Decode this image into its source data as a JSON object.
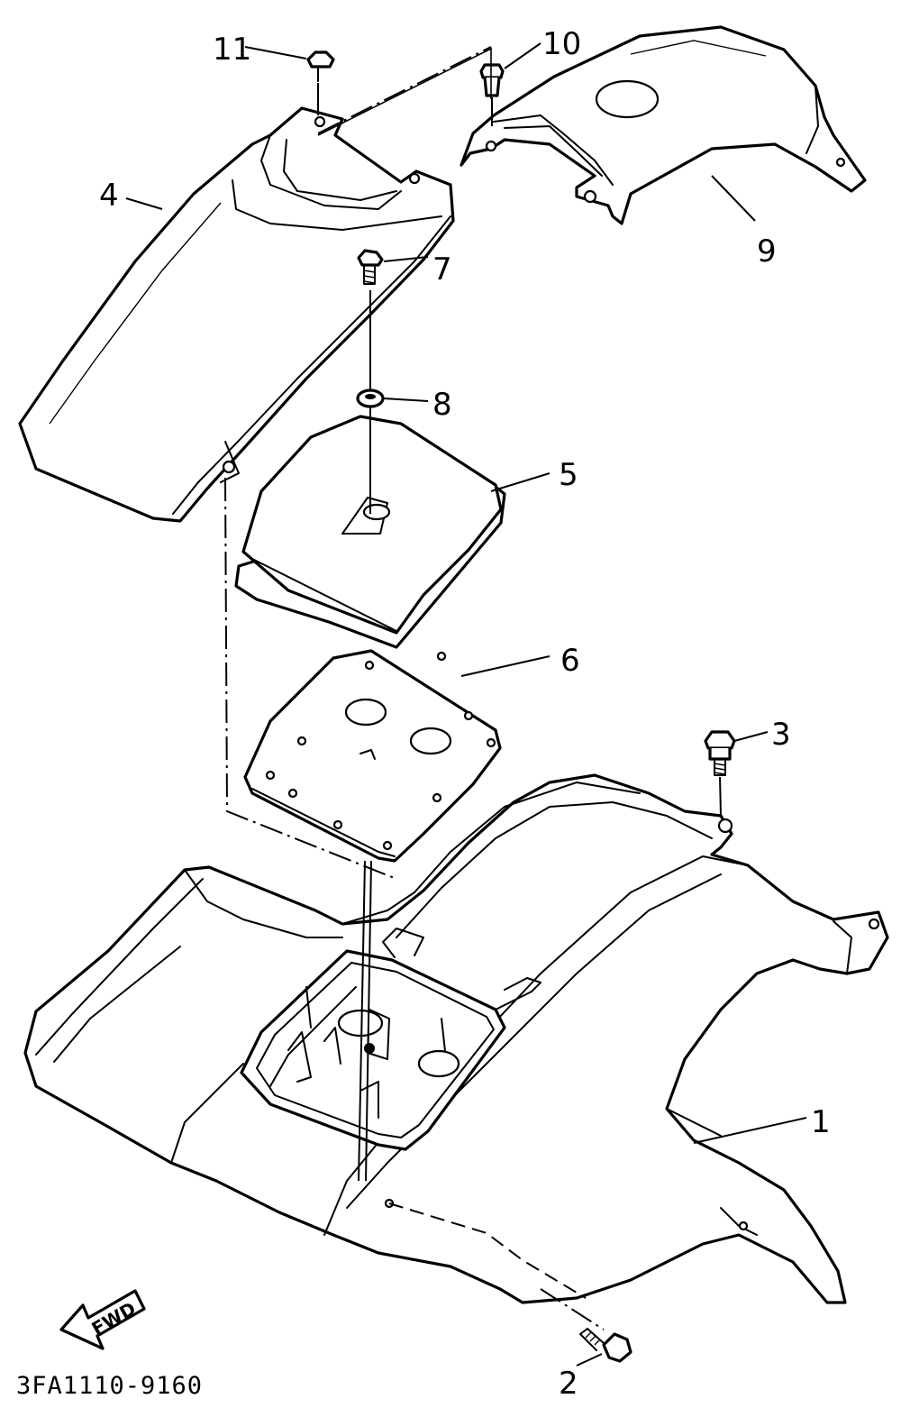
{
  "diagram": {
    "code": "3FA1110-9160",
    "direction_label": "FWD",
    "callouts": [
      {
        "id": "c11",
        "label": "11"
      },
      {
        "id": "c10",
        "label": "10"
      },
      {
        "id": "c4",
        "label": "4"
      },
      {
        "id": "c9",
        "label": "9"
      },
      {
        "id": "c7",
        "label": "7"
      },
      {
        "id": "c8",
        "label": "8"
      },
      {
        "id": "c5",
        "label": "5"
      },
      {
        "id": "c6",
        "label": "6"
      },
      {
        "id": "c3",
        "label": "3"
      },
      {
        "id": "c1",
        "label": "1"
      },
      {
        "id": "c2",
        "label": "2"
      }
    ]
  }
}
